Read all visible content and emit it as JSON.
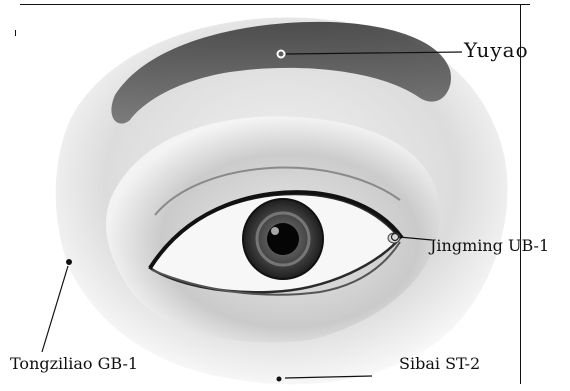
{
  "points": {
    "yuyao": {
      "label": "Yuyao"
    },
    "jingming": {
      "label": "Jingming UB-1"
    },
    "tongziliao": {
      "label": "Tongziliao GB-1"
    },
    "sibai": {
      "label": "Sibai ST-2"
    }
  },
  "colors": {
    "ink": "#111111",
    "skin": "#e8e8e8",
    "skin_shadow": "#bdbdbd",
    "brow": "#2f2f2f",
    "iris": "#3a3a3a",
    "pupil": "#050505",
    "background": "#ffffff"
  }
}
